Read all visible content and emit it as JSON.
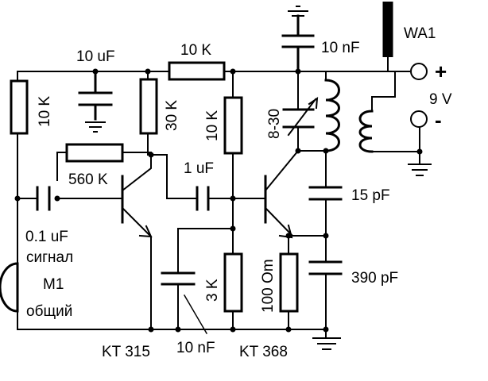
{
  "labels": {
    "c_10uF": "10 uF",
    "r_10K_top": "10 K",
    "c_10nF_top": "10 nF",
    "antenna": "WA1",
    "plus": "+",
    "minus": "-",
    "supply": "9 V",
    "r_10K_left": "10 K",
    "r_30K": "30 K",
    "r_10K_mid": "10 K",
    "c_trim": "8-30",
    "r_560K": "560 K",
    "c_1uF": "1 uF",
    "c_15pF": "15 pF",
    "c_01uF": "0.1 uF",
    "signal": "сигнал",
    "mic": "M1",
    "common": "общий",
    "r_3K": "3 K",
    "r_100Om": "100 Om",
    "c_390pF": "390 pF",
    "q1": "KT 315",
    "c_10nF_bottom": "10 nF",
    "q2": "KT 368"
  },
  "colors": {
    "line": "#000000",
    "background": "#ffffff"
  }
}
